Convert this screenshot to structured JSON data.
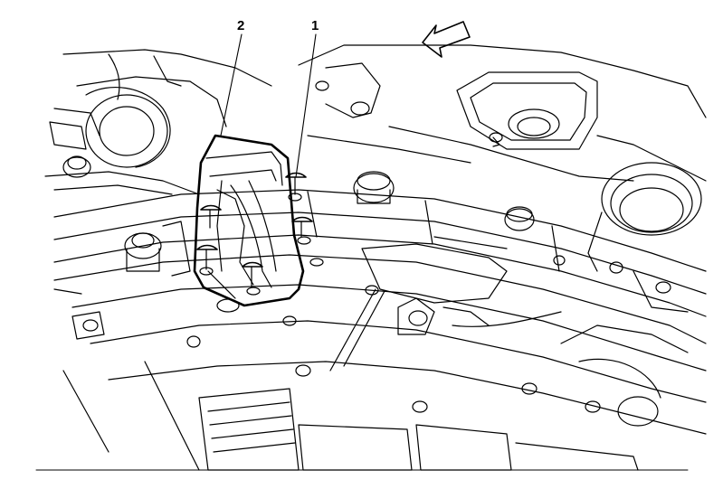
{
  "callouts": [
    {
      "id": "2",
      "label": "2",
      "refers_to": "fascia-intake-duct-cover"
    },
    {
      "id": "1",
      "label": "1",
      "refers_to": "push-pin-retainers"
    }
  ],
  "direction_arrow": {
    "icon": "forward-direction-arrow-icon"
  },
  "colors": {
    "line": "#000000",
    "background": "#ffffff"
  }
}
